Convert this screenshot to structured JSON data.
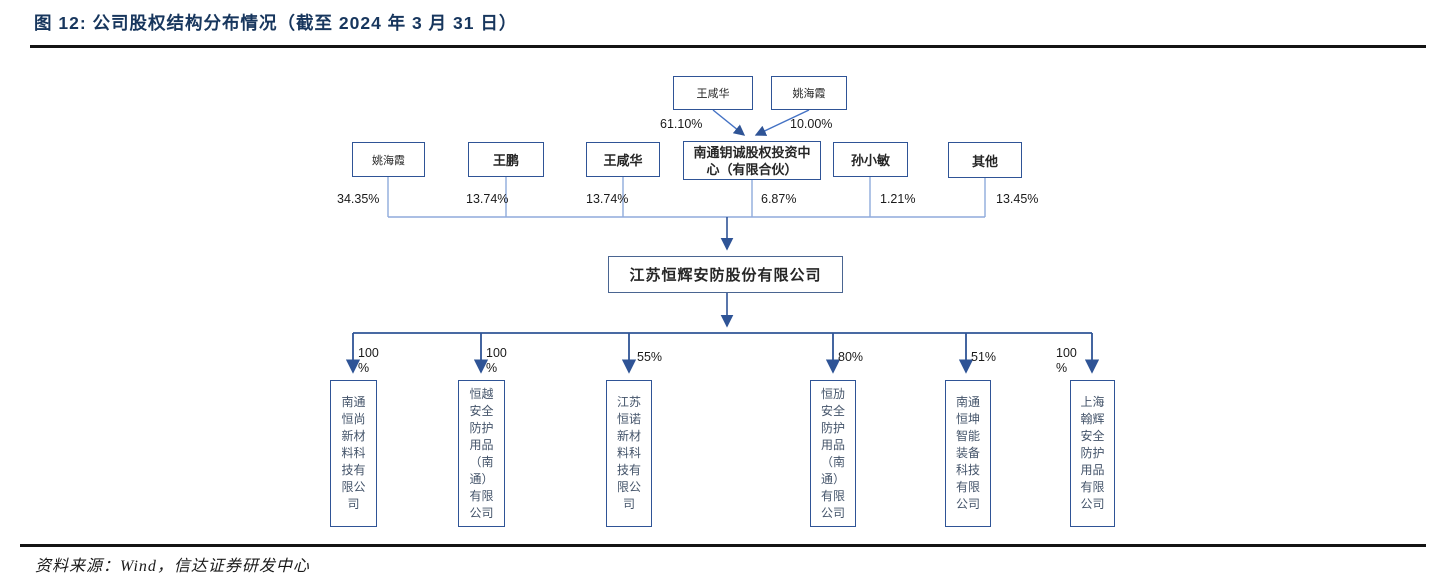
{
  "figure": {
    "title": "图 12: 公司股权结构分布情况（截至 2024 年 3 月 31 日）",
    "source": "资料来源：Wind，信达证券研发中心"
  },
  "diagram": {
    "partnership_owners": [
      {
        "name": "王咸华",
        "pct": "61.10%"
      },
      {
        "name": "姚海霞",
        "pct": "10.00%"
      }
    ],
    "shareholders": [
      {
        "name": "姚海霞",
        "pct": "34.35%"
      },
      {
        "name": "王鹏",
        "pct": "13.74%"
      },
      {
        "name": "王咸华",
        "pct": "13.74%"
      },
      {
        "name": "南通钥诚股权投资中\n心（有限合伙）",
        "pct": "6.87%"
      },
      {
        "name": "孙小敏",
        "pct": "1.21%"
      },
      {
        "name": "其他",
        "pct": "13.45%"
      }
    ],
    "company": {
      "name": "江苏恒辉安防股份有限公司"
    },
    "subsidiaries": [
      {
        "name": "南通\n恒尚\n新材\n料科\n技有\n限公\n司",
        "pct": "100\n%"
      },
      {
        "name": "恒越\n安全\n防护\n用品\n（南\n通）\n有限\n公司",
        "pct": "100\n%"
      },
      {
        "name": "江苏\n恒诺\n新材\n料科\n技有\n限公\n司",
        "pct": "55%"
      },
      {
        "name": "恒劢\n安全\n防护\n用品\n（南\n通）\n有限\n公司",
        "pct": "80%"
      },
      {
        "name": "南通\n恒坤\n智能\n装备\n科技\n有限\n公司",
        "pct": "51%"
      },
      {
        "name": "上海\n翰辉\n安全\n防护\n用品\n有限\n公司",
        "pct": "100\n%"
      }
    ]
  },
  "colors": {
    "title": "#17365D",
    "box_border": "#2F5496",
    "connector_light": "#8FAADC",
    "connector_mid": "#4472C4",
    "connector_dark": "#2F5496",
    "rule": "#141414"
  }
}
